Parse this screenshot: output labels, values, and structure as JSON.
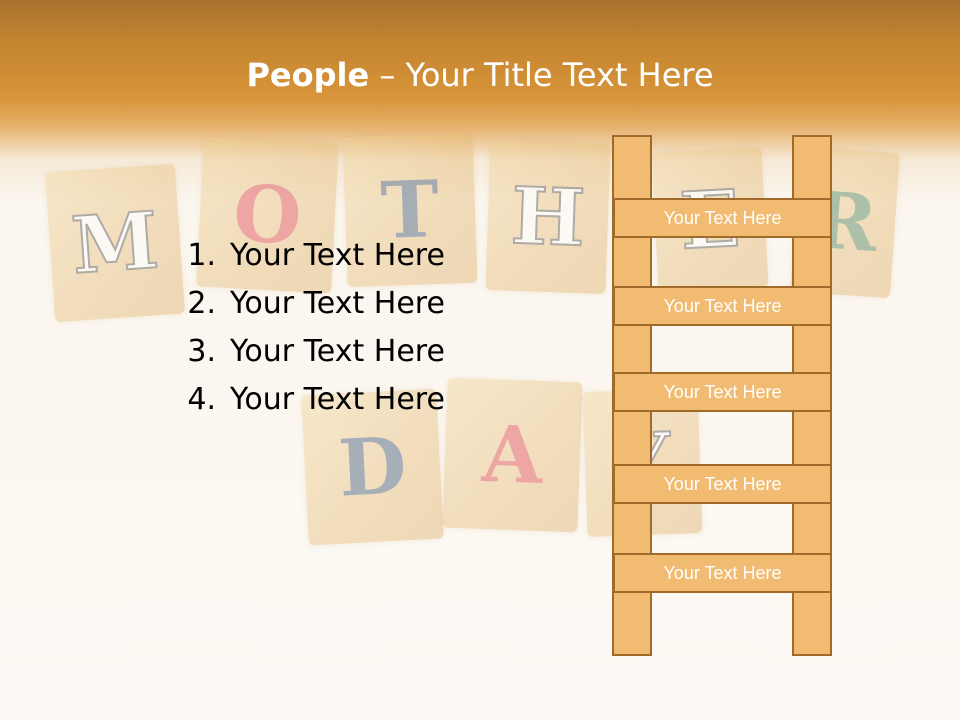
{
  "slide": {
    "title_bold": "People",
    "title_dash": " – ",
    "title_rest": "Your Title Text Here",
    "list_items": [
      {
        "number": "1.",
        "text": "Your Text Here"
      },
      {
        "number": "2.",
        "text": "Your Text Here"
      },
      {
        "number": "3.",
        "text": "Your Text Here"
      },
      {
        "number": "4.",
        "text": "Your Text Here"
      }
    ],
    "ladder_rungs": [
      "Your Text Here",
      "Your Text Here",
      "Your Text Here",
      "Your Text Here",
      "Your Text Here"
    ]
  },
  "background_blocks": [
    "M",
    "O",
    "T",
    "H",
    "E",
    "R",
    "D",
    "A",
    "Y"
  ],
  "colors": {
    "header": "#d9953a",
    "ladder_fill": "#f1bb72",
    "ladder_border": "#a06a2a"
  }
}
